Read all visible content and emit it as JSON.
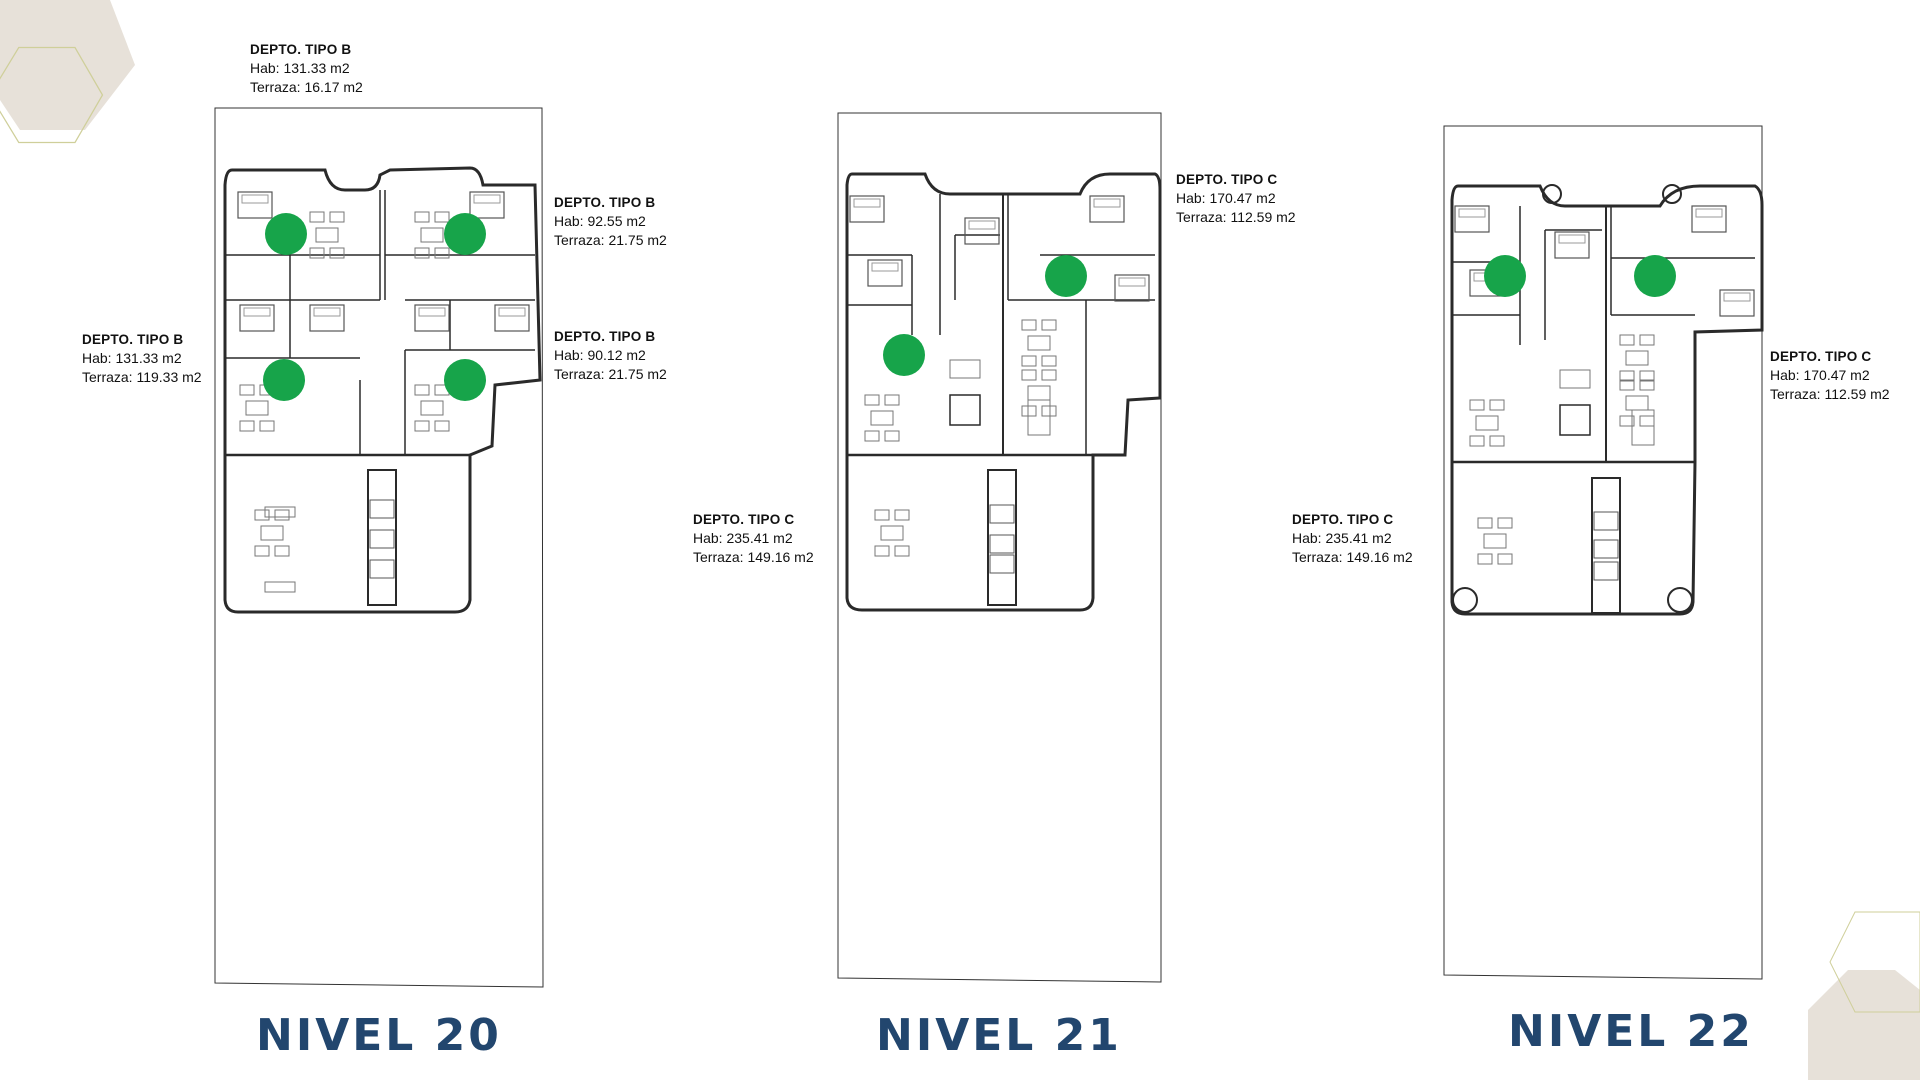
{
  "colors": {
    "marker": "#17a44a",
    "level_text": "#22466e",
    "deco_fill": "#e7e1d9",
    "deco_line": "#cfcf9a",
    "wall": "#2a2a2a"
  },
  "levels": [
    {
      "name": "NIVEL 20"
    },
    {
      "name": "NIVEL 21"
    },
    {
      "name": "NIVEL 22"
    }
  ],
  "units": [
    {
      "title": "DEPTO.  TIPO B",
      "hab": "Hab: 131.33 m2",
      "terraza": "Terraza: 16.17 m2"
    },
    {
      "title": "DEPTO.  TIPO B",
      "hab": "Hab: 92.55 m2",
      "terraza": "Terraza: 21.75 m2"
    },
    {
      "title": "DEPTO.  TIPO B",
      "hab": "Hab: 131.33 m2",
      "terraza": "Terraza: 119.33 m2"
    },
    {
      "title": "DEPTO.  TIPO B",
      "hab": "Hab: 90.12 m2",
      "terraza": "Terraza: 21.75 m2"
    },
    {
      "title": "DEPTO.  TIPO C",
      "hab": "Hab: 170.47 m2",
      "terraza": "Terraza: 112.59 m2"
    },
    {
      "title": "DEPTO.  TIPO C",
      "hab": "Hab: 235.41 m2",
      "terraza": "Terraza: 149.16 m2"
    },
    {
      "title": "DEPTO.  TIPO C",
      "hab": "Hab: 170.47 m2",
      "terraza": "Terraza: 112.59 m2"
    },
    {
      "title": "DEPTO.  TIPO C",
      "hab": "Hab: 235.41 m2",
      "terraza": "Terraza: 149.16 m2"
    }
  ]
}
